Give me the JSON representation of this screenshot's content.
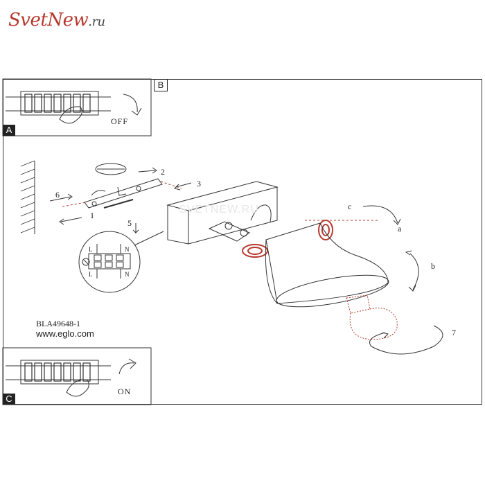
{
  "logo": {
    "main": "SvetNew",
    "suffix": ".ru"
  },
  "panels": {
    "A": {
      "label": "A"
    },
    "B": {
      "label": "B",
      "action": "OFF"
    },
    "C": {
      "label": "C",
      "action": "ON"
    }
  },
  "step_labels": {
    "s1": "1",
    "s2": "2",
    "s3": "3",
    "s5": "5",
    "s6": "6",
    "s7": "7",
    "a": "a",
    "b": "b",
    "c": "c"
  },
  "terminal_labels": {
    "L1": "L",
    "N1": "N",
    "L2": "L",
    "N2": "N"
  },
  "product": {
    "code": "BLA49648-1",
    "website": "www.eglo.com"
  },
  "watermark": "SVETNEW.RU",
  "colors": {
    "accent": "#b5382e",
    "line": "#333333"
  }
}
